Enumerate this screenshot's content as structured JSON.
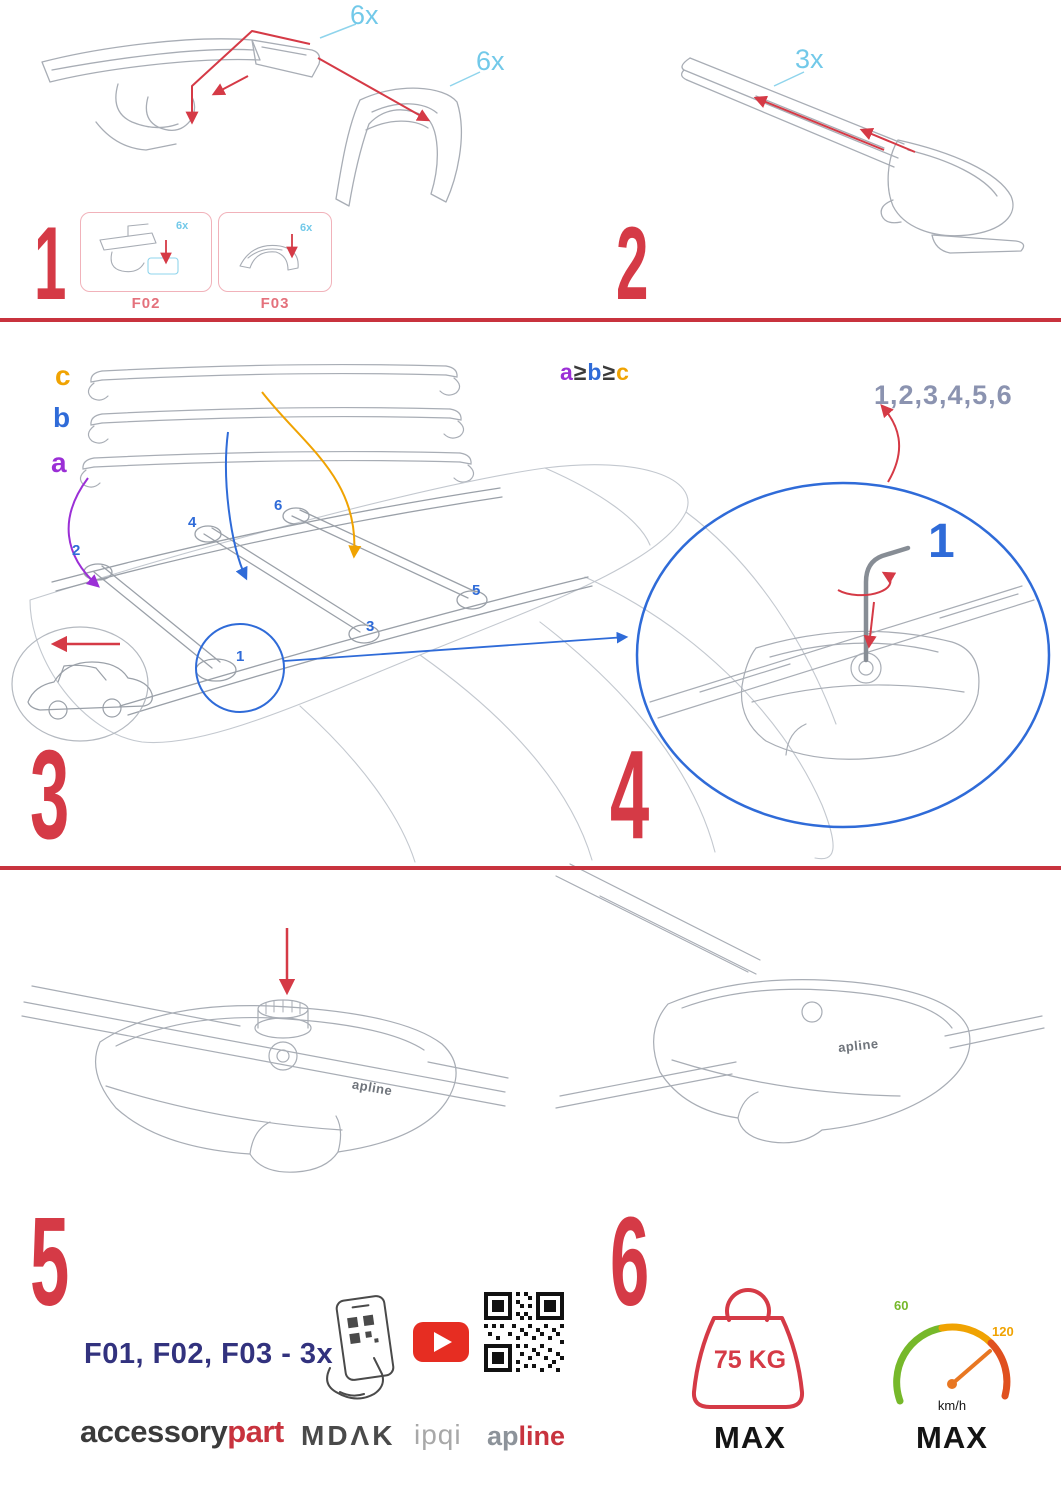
{
  "palette": {
    "red": "#d53a46",
    "cyan": "#72c9e9",
    "blue": "#2f6bd8",
    "purple": "#9b2fd6",
    "orange": "#f0a302",
    "navy": "#32327e",
    "slate_blue": "#8b93b0",
    "green": "#76b82a",
    "speed_orange": "#ee7f00",
    "sketch_gray": "#a8adb5"
  },
  "step1": {
    "number": "1",
    "cap_qty": "6x",
    "cover_qty": "6x",
    "box1_label": "F02",
    "box2_label": "F03",
    "box1_qty": "6x",
    "box2_qty": "6x"
  },
  "step2": {
    "number": "2",
    "qty": "3x"
  },
  "step3": {
    "number": "3",
    "bar_labels": {
      "a": "a",
      "b": "b",
      "c": "c"
    },
    "size_rule": {
      "a": "a",
      "geq1": "≥",
      "b": "b",
      "geq2": "≥",
      "c": "c"
    },
    "roof_positions": {
      "p1": "1",
      "p2": "2",
      "p3": "3",
      "p4": "4",
      "p5": "5",
      "p6": "6"
    }
  },
  "step4": {
    "number": "4",
    "tighten_sequence": "1,2,3,4,5,6",
    "first_position": "1"
  },
  "step5": {
    "number": "5",
    "clamp_logo": "apline"
  },
  "step6": {
    "number": "6",
    "clamp_logo": "apline"
  },
  "footer": {
    "kits_line": "F01, F02, F03 - 3x",
    "brand_accessory": "accessory",
    "brand_part": "part",
    "brand_mdak": "MDΛK",
    "brand_ipqi": "ipqi",
    "brand_ap": "ap",
    "brand_line": "line"
  },
  "limits": {
    "weight_value": "75 KG",
    "weight_max_label": "MAX",
    "speed_low": "60",
    "speed_high": "120",
    "speed_unit": "km/h",
    "speed_max_label": "MAX"
  }
}
